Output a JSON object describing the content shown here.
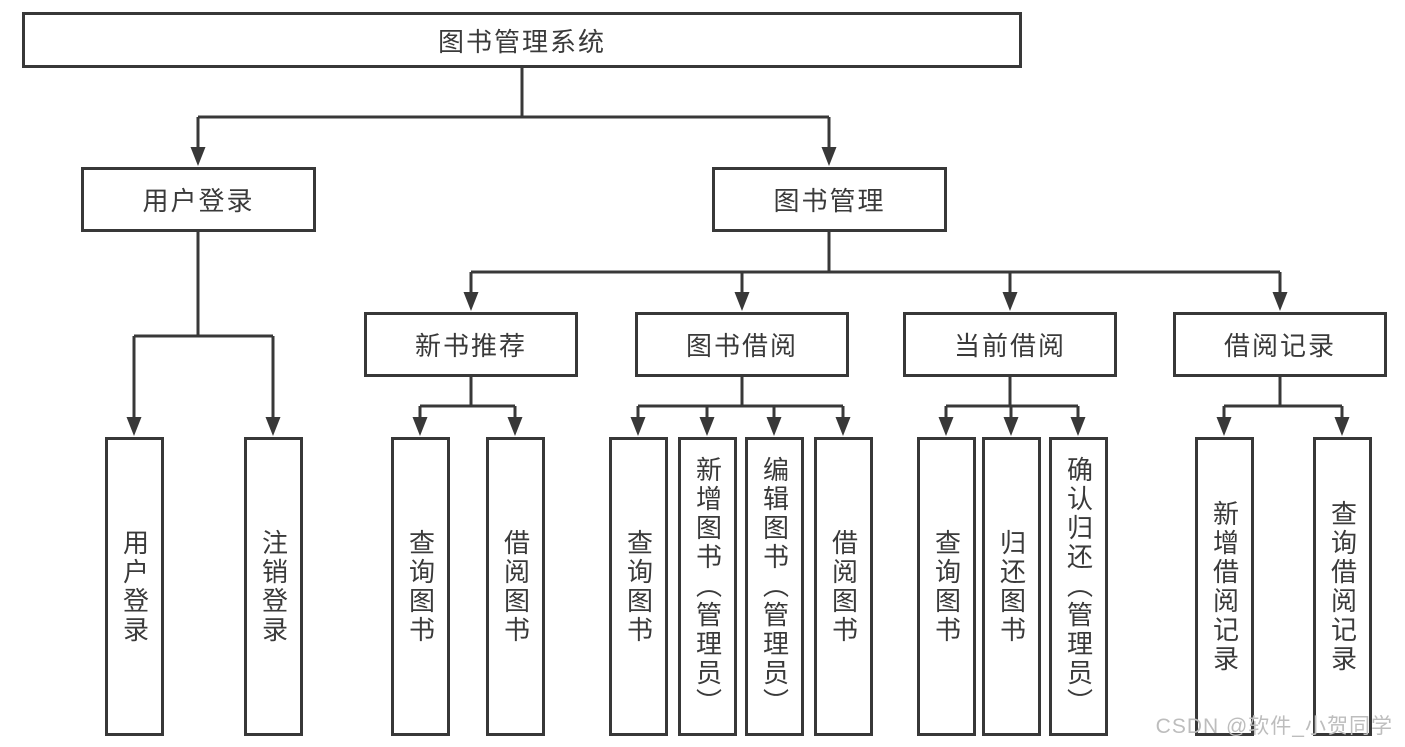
{
  "diagram": {
    "root": {
      "label": "图书管理系统"
    },
    "level2": [
      {
        "label": "用户登录"
      },
      {
        "label": "图书管理"
      }
    ],
    "level3": [
      {
        "label": "新书推荐"
      },
      {
        "label": "图书借阅"
      },
      {
        "label": "当前借阅"
      },
      {
        "label": "借阅记录"
      }
    ],
    "level4": [
      {
        "label": "用户登录"
      },
      {
        "label": "注销登录"
      },
      {
        "label": "查询图书"
      },
      {
        "label": "借阅图书"
      },
      {
        "label": "查询图书"
      },
      {
        "label": "新增图书（管理员）"
      },
      {
        "label": "编辑图书（管理员）"
      },
      {
        "label": "借阅图书"
      },
      {
        "label": "查询图书"
      },
      {
        "label": "归还图书"
      },
      {
        "label": "确认归还（管理员）"
      },
      {
        "label": "新增借阅记录"
      },
      {
        "label": "查询借阅记录"
      }
    ]
  },
  "watermark": {
    "text": "CSDN @软件_小贺同学"
  },
  "colors": {
    "line": "#383838",
    "text": "#3a3a3a",
    "box_background": "#ffffff",
    "watermark": "#bdbdbd",
    "background": "#ffffff"
  }
}
